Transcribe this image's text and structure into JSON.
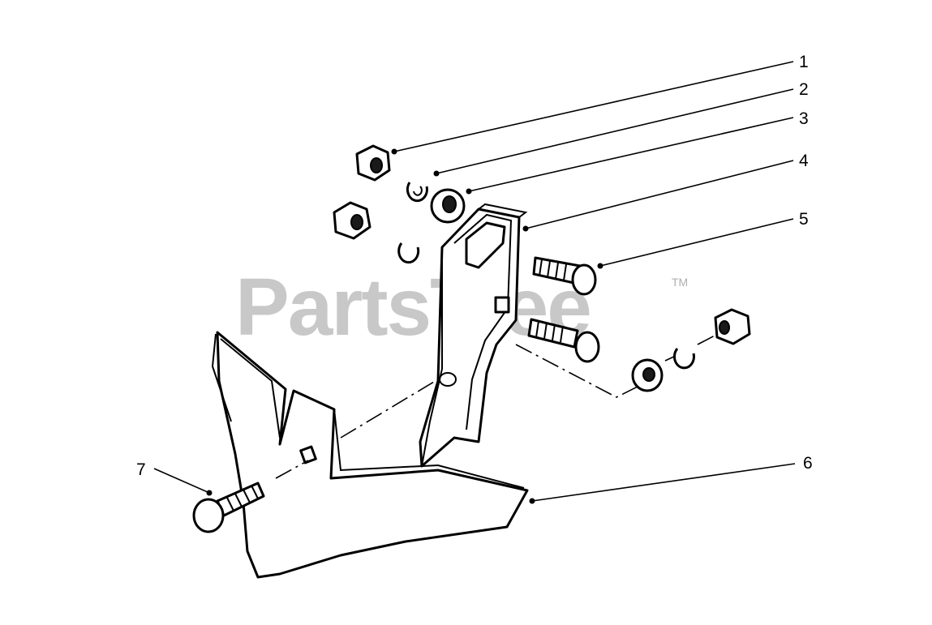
{
  "watermark": {
    "text": "PartsTree",
    "trademark": "TM"
  },
  "callouts": [
    {
      "id": "1",
      "label": "1"
    },
    {
      "id": "2",
      "label": "2"
    },
    {
      "id": "3",
      "label": "3"
    },
    {
      "id": "4",
      "label": "4"
    },
    {
      "id": "5",
      "label": "5"
    },
    {
      "id": "6",
      "label": "6"
    },
    {
      "id": "7",
      "label": "7"
    }
  ]
}
